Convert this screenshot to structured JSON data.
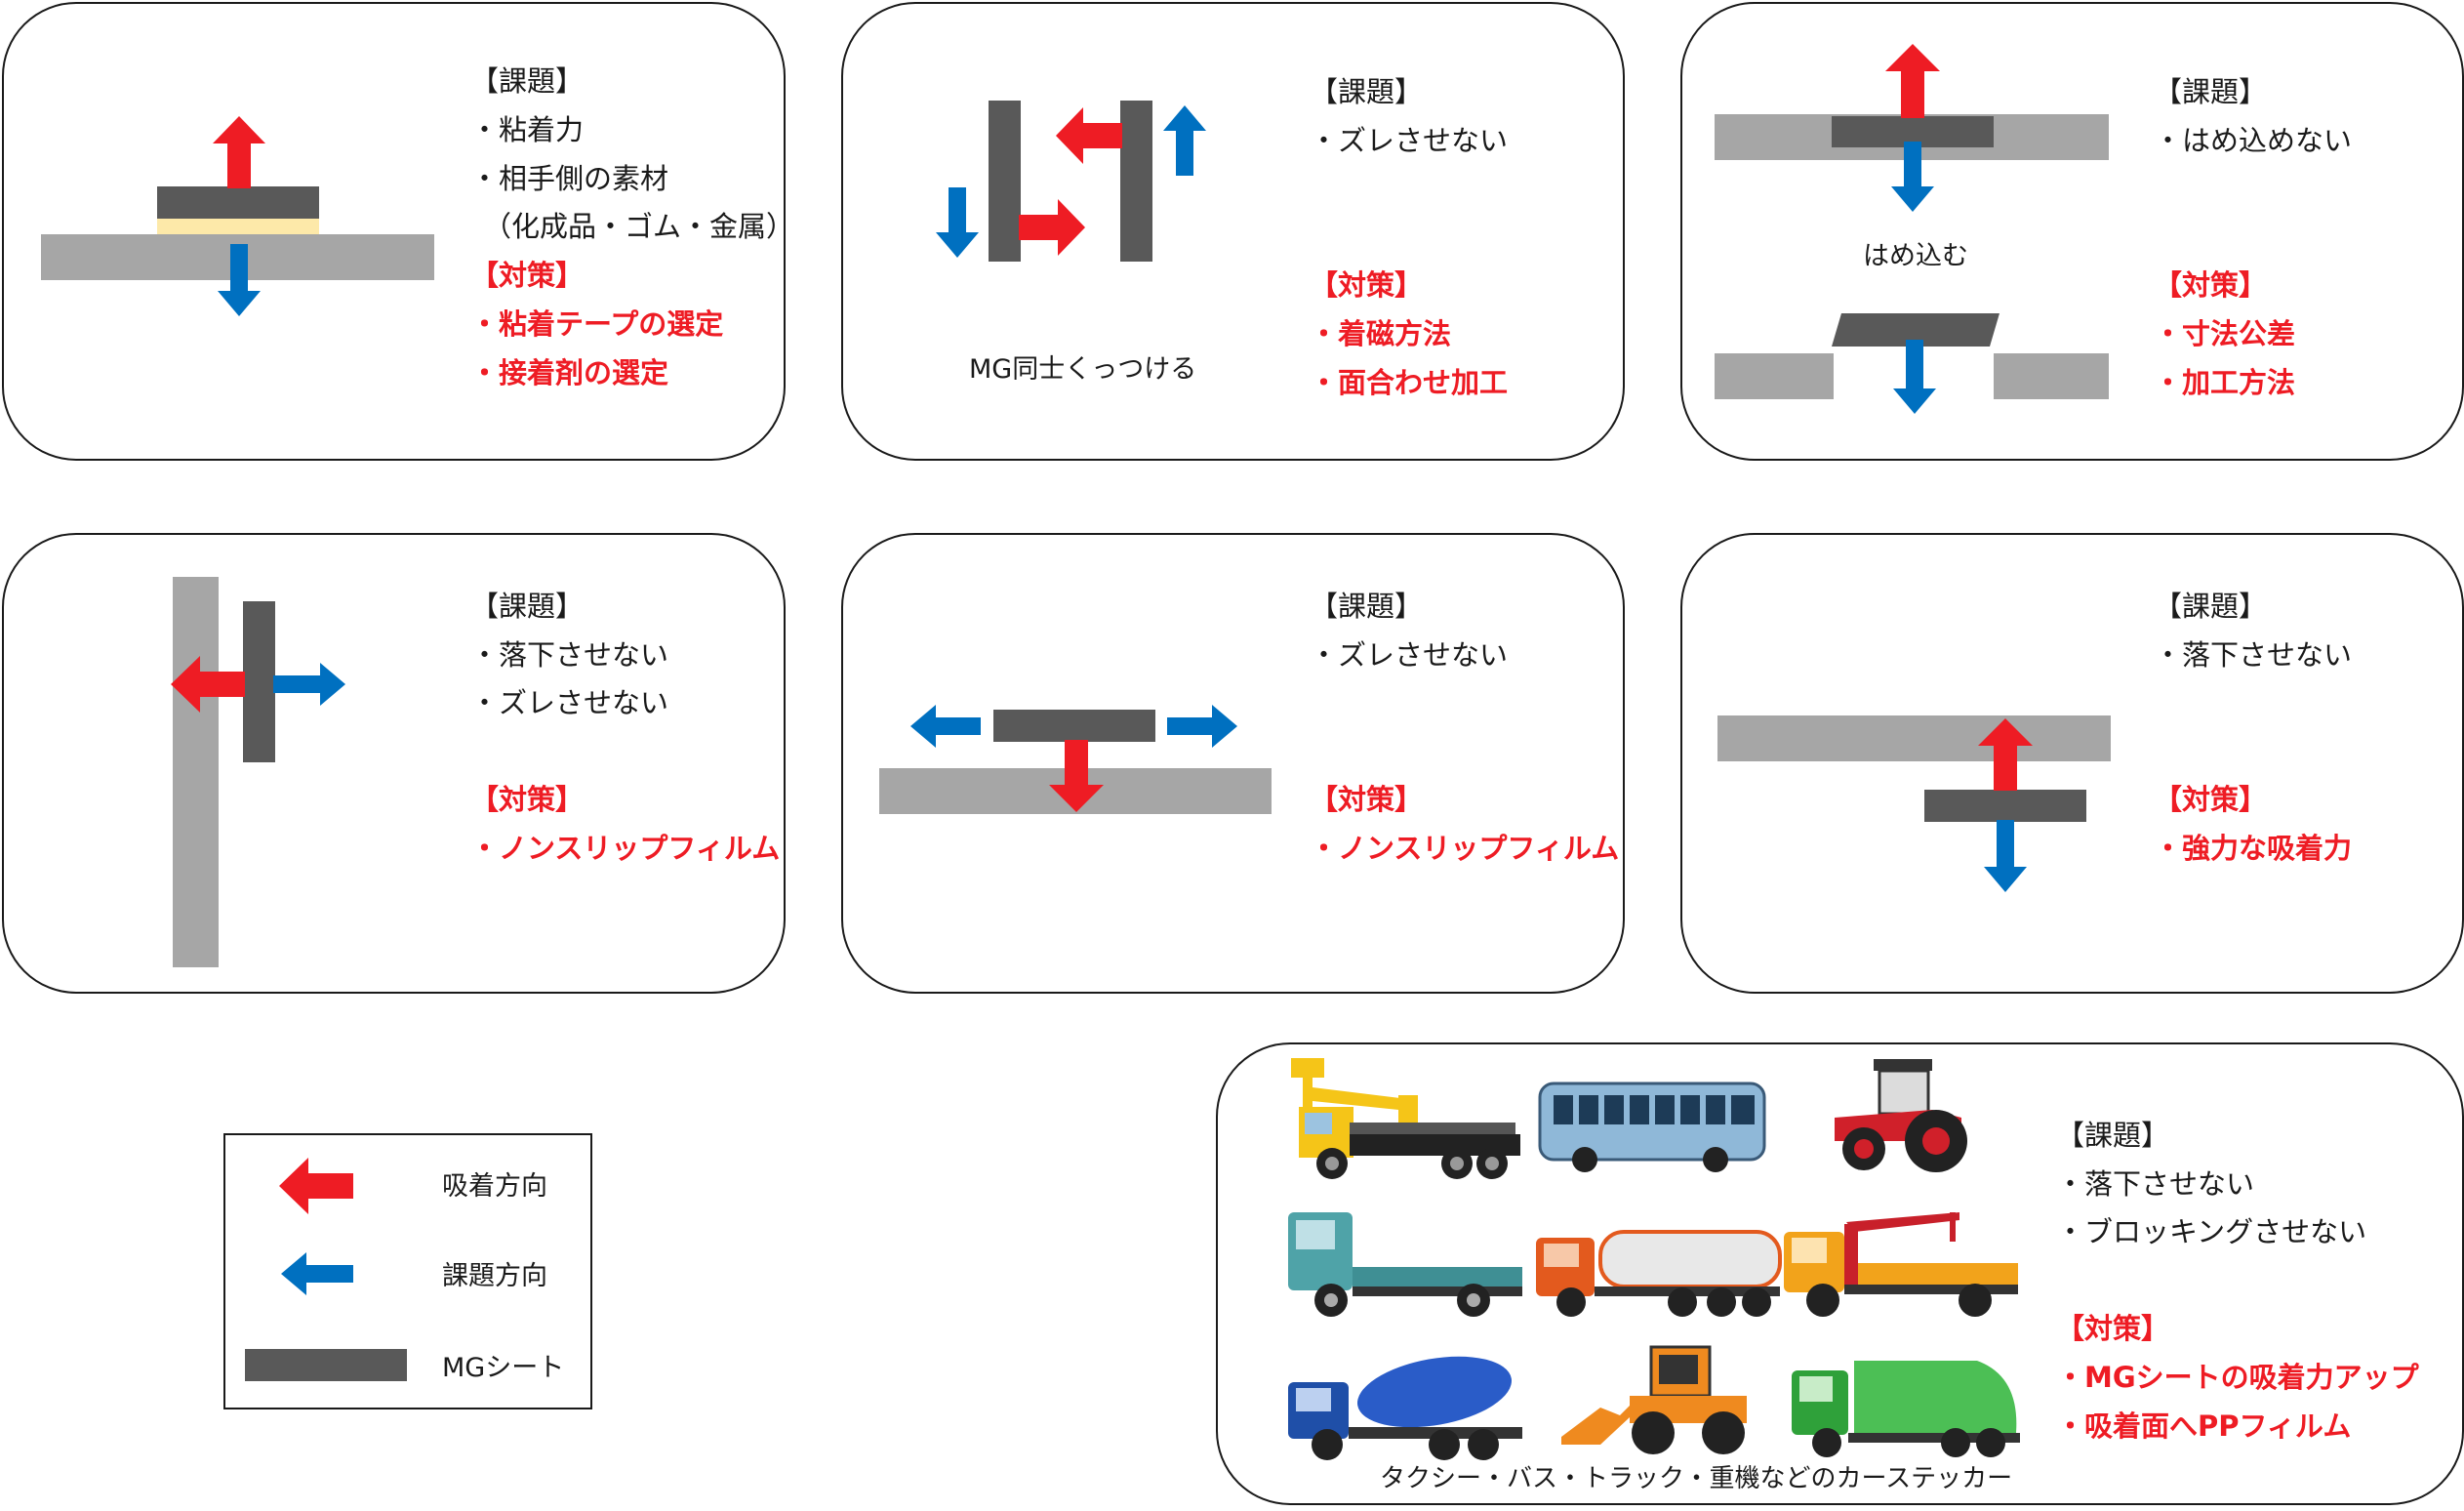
{
  "colors": {
    "attraction": "#ee1c24",
    "problem": "#0070c0",
    "sheet": "#595959",
    "surface": "#a6a6a6",
    "tape": "#fde9a9",
    "solution_text": "#ee1c24"
  },
  "panels": [
    {
      "problem_heading": "【課題】",
      "problems": [
        "・粘着力",
        "・相手側の素材",
        "（化成品・ゴム・金属）"
      ],
      "solution_heading": "【対策】",
      "solutions": [
        "・粘着テープの選定",
        "・接着剤の選定"
      ]
    },
    {
      "caption": "MG同士くっつける",
      "problem_heading": "【課題】",
      "problems": [
        "・ズレさせない"
      ],
      "solution_heading": "【対策】",
      "solutions": [
        "・着磁方法",
        "・面合わせ加工"
      ]
    },
    {
      "caption": "はめ込む",
      "problem_heading": "【課題】",
      "problems": [
        "・はめ込めない"
      ],
      "solution_heading": "【対策】",
      "solutions": [
        "・寸法公差",
        "・加工方法"
      ]
    },
    {
      "problem_heading": "【課題】",
      "problems": [
        "・落下させない",
        "・ズレさせない"
      ],
      "solution_heading": "【対策】",
      "solutions": [
        "・ノンスリップフィルム"
      ]
    },
    {
      "problem_heading": "【課題】",
      "problems": [
        "・ズレさせない"
      ],
      "solution_heading": "【対策】",
      "solutions": [
        "・ノンスリップフィルム"
      ]
    },
    {
      "problem_heading": "【課題】",
      "problems": [
        "・落下させない"
      ],
      "solution_heading": "【対策】",
      "solutions": [
        "・強力な吸着力"
      ]
    },
    {
      "caption": "タクシー・バス・トラック・重機などのカーステッカー",
      "problem_heading": "【課題】",
      "problems": [
        "・落下させない",
        "・ブロッキングさせない"
      ],
      "solution_heading": "【対策】",
      "solutions": [
        "・MGシートの吸着力アップ",
        "・吸着面へPPフィルム"
      ],
      "vehicle_icons": [
        "aerial-work-truck-icon",
        "bus-icon",
        "tractor-icon",
        "flatbed-truck-icon",
        "tanker-truck-icon",
        "crane-truck-icon",
        "mixer-truck-icon",
        "wheel-loader-icon",
        "garbage-truck-icon"
      ]
    }
  ],
  "legend": {
    "attraction_label": "吸着方向",
    "problem_label": "課題方向",
    "sheet_label": "MGシート"
  }
}
